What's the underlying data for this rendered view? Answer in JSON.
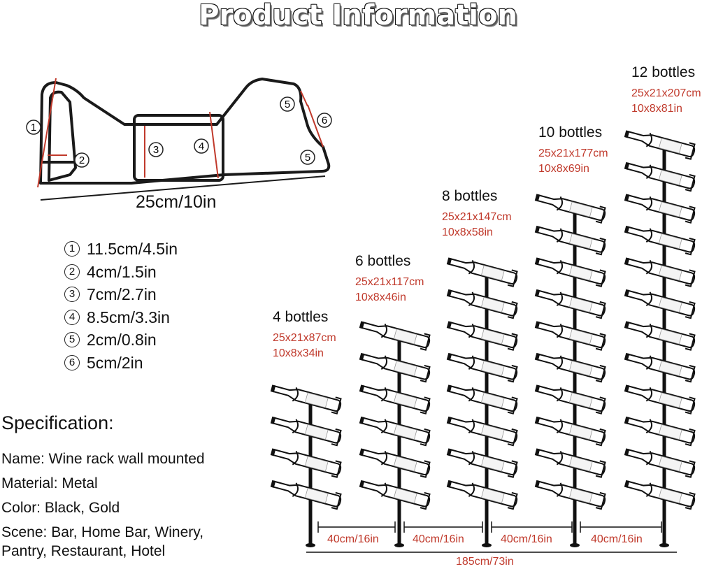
{
  "title": "Product Information",
  "diagram": {
    "width_label": "25cm/10in",
    "markers": [
      "1",
      "2",
      "3",
      "4",
      "5",
      "6",
      "5"
    ]
  },
  "dimensions": [
    {
      "num": "1",
      "text": "11.5cm/4.5in"
    },
    {
      "num": "2",
      "text": "4cm/1.5in"
    },
    {
      "num": "3",
      "text": "7cm/2.7in"
    },
    {
      "num": "4",
      "text": "8.5cm/3.3in"
    },
    {
      "num": "5",
      "text": "2cm/0.8in"
    },
    {
      "num": "6",
      "text": "5cm/2in"
    }
  ],
  "specification": {
    "heading": "Specification:",
    "lines": [
      "Name: Wine rack wall mounted",
      "Material: Metal",
      "Color: Black, Gold",
      "Scene: Bar, Home Bar, Winery,",
      "Pantry, Restaurant, Hotel"
    ]
  },
  "racks": [
    {
      "title": "4 bottles",
      "size_cm": "25x21x87cm",
      "size_in": "10x8x34in",
      "bottles": 4
    },
    {
      "title": "6 bottles",
      "size_cm": "25x21x117cm",
      "size_in": "10x8x46in",
      "bottles": 6
    },
    {
      "title": "8 bottles",
      "size_cm": "25x21x147cm",
      "size_in": "10x8x58in",
      "bottles": 8
    },
    {
      "title": "10 bottles",
      "size_cm": "25x21x177cm",
      "size_in": "10x8x69in",
      "bottles": 10
    },
    {
      "title": "12 bottles",
      "size_cm": "25x21x207cm",
      "size_in": "10x8x81in",
      "bottles": 12
    }
  ],
  "gaps": [
    "40cm/16in",
    "40cm/16in",
    "40cm/16in",
    "40cm/16in"
  ],
  "total": "185cm/73in",
  "colors": {
    "accent_red": "#c0392b",
    "frame": "#1a1a1a"
  }
}
